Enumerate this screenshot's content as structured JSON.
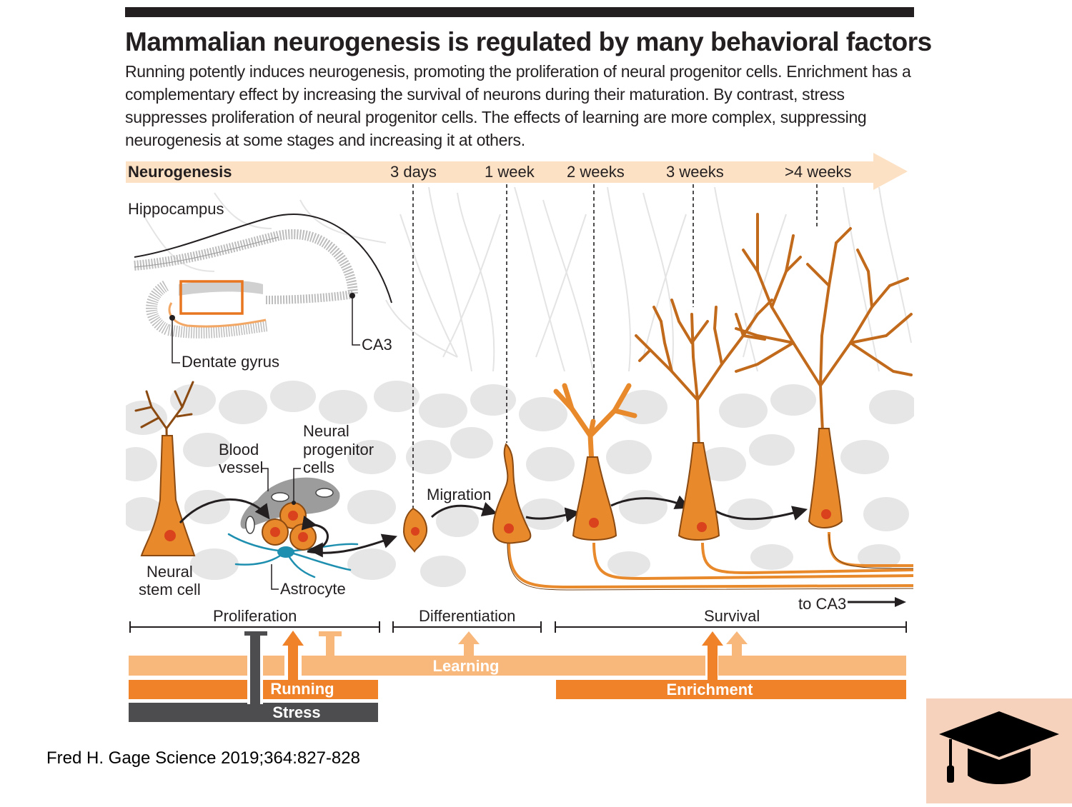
{
  "header": {
    "title": "Mammalian neurogenesis is regulated by many behavioral factors",
    "subtitle": "Running potently induces neurogenesis, promoting the proliferation of neural progenitor cells. Enrichment has a complementary effect by increasing the survival of neurons during their maturation. By contrast, stress suppresses proliferation of neural progenitor cells. The effects of learning are more complex, suppressing neurogenesis at some stages and increasing it at others."
  },
  "timeline": {
    "label": "Neurogenesis",
    "ticks": [
      "3 days",
      "1 week",
      "2 weeks",
      "3 weeks",
      ">4 weeks"
    ]
  },
  "labels": {
    "hippocampus": "Hippocampus",
    "dentate_gyrus": "Dentate gyrus",
    "ca3": "CA3",
    "neural_stem_cell_1": "Neural",
    "neural_stem_cell_2": "stem cell",
    "blood_vessel_1": "Blood",
    "blood_vessel_2": "vessel",
    "progenitor_1": "Neural",
    "progenitor_2": "progenitor",
    "progenitor_3": "cells",
    "astrocyte": "Astrocyte",
    "migration": "Migration",
    "to_ca3": "to CA3"
  },
  "phases": [
    "Proliferation",
    "Differentiation",
    "Survival"
  ],
  "factors": {
    "learning": "Learning",
    "running": "Running",
    "stress": "Stress",
    "enrichment": "Enrichment"
  },
  "colors": {
    "ink": "#231f20",
    "neuron_orange": "#e8892b",
    "nucleus_red": "#d9421c",
    "factor_dark_orange": "#f0822a",
    "factor_light_orange": "#f8b87c",
    "timeline_band": "#fde1c4",
    "stress_gray": "#4d4d4f",
    "astrocyte_blue": "#1f8fb0",
    "badge_bg": "#f6d1bb"
  },
  "citation": "Fred H. Gage Science 2019;364:827-828",
  "badge": {
    "icon": "graduation-cap-icon"
  }
}
